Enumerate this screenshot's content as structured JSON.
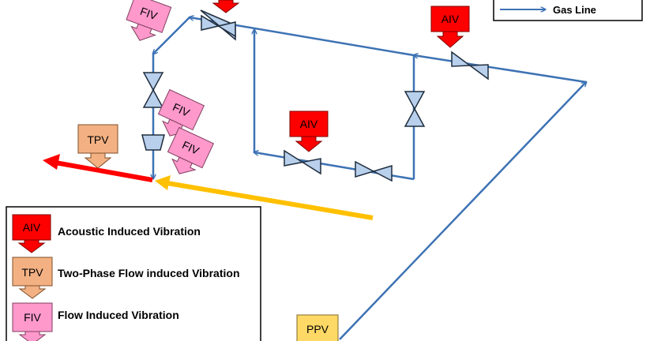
{
  "legend": {
    "gas_line": "Gas Line",
    "items": [
      {
        "tag": "AIV",
        "text": "Acoustic Induced Vibration"
      },
      {
        "tag": "TPV",
        "text": "Two-Phase Flow induced Vibration"
      },
      {
        "tag": "FIV",
        "text": "Flow Induced Vibration"
      }
    ]
  },
  "tags": {
    "aiv": "AIV",
    "tpv": "TPV",
    "fiv": "FIV",
    "ppv": "PPV"
  },
  "colors": {
    "pipe": "#3d72b4",
    "valve": "#b8d0ec",
    "aiv": "#ff0000",
    "tpv": "#f3b183",
    "fiv": "#ff99cc",
    "ppv": "#ffd966",
    "two_phase_arrow": "#ff0000",
    "liquid_arrow": "#ffc000"
  }
}
